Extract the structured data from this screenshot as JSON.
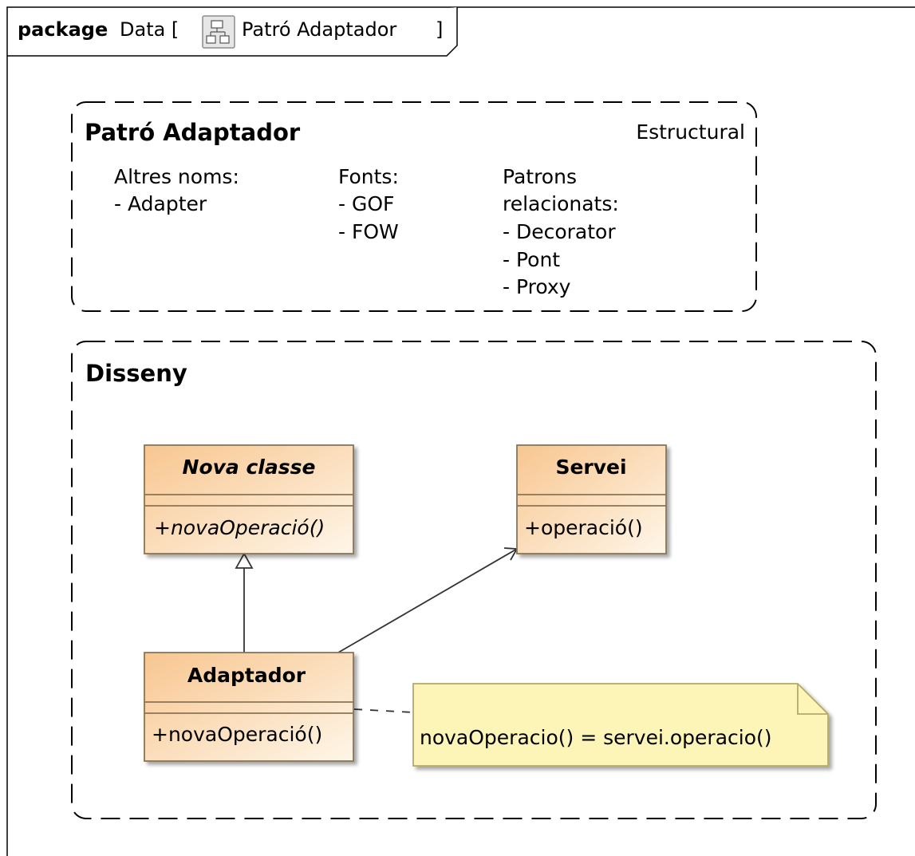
{
  "package": {
    "keyword": "package",
    "name_prefix": "Data [",
    "diagram_name": "Patró Adaptador",
    "name_suffix": "]",
    "diagram_icon": "class-diagram-icon"
  },
  "pattern_box": {
    "title": "Patró Adaptador",
    "category": "Estructural",
    "other_names_label": "Altres noms:",
    "other_names": [
      "- Adapter"
    ],
    "sources_label": "Fonts:",
    "sources": [
      "- GOF",
      "- FOW"
    ],
    "related_label_line1": "Patrons",
    "related_label_line2": "relacionats:",
    "related": [
      "- Decorator",
      "- Pont",
      "- Proxy"
    ]
  },
  "design_box": {
    "title": "Disseny"
  },
  "classes": {
    "nova_classe": {
      "name": "Nova classe",
      "operation": "+novaOperació()"
    },
    "servei": {
      "name": "Servei",
      "operation": "+operació()"
    },
    "adaptador": {
      "name": "Adaptador",
      "operation": "+novaOperació()"
    }
  },
  "note": {
    "text": "novaOperacio() = servei.operacio()"
  },
  "colors": {
    "class_fill_top": "#f9c995",
    "class_fill_bottom": "#fdf3e3",
    "note_fill": "#fdf5b8",
    "note_border": "#b3a96a",
    "class_border": "#8a7454"
  }
}
